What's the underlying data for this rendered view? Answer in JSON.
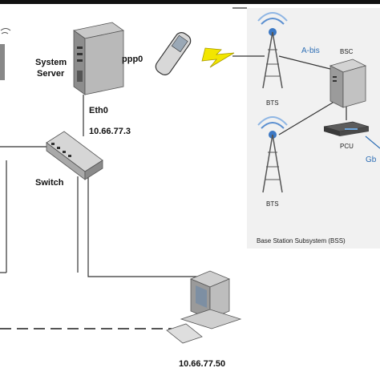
{
  "labels": {
    "system_server": "System\nServer",
    "system": "System",
    "server": "Server",
    "ppp0": "ppp0",
    "eth0": "Eth0",
    "ip_server": "10.66.77.3",
    "switch": "Switch",
    "ip_client": "10.66.77.50",
    "abis": "A-bis",
    "bsc": "BSC",
    "bts_top": "BTS",
    "bts_bottom": "BTS",
    "pcu": "PCU",
    "gb": "Gb",
    "bss": "Base Station Subsystem (BSS)"
  },
  "icons": [
    "server-icon",
    "phone-icon",
    "lightning-icon",
    "antenna-tower-icon",
    "bsc-server-icon",
    "pcu-device-icon",
    "switch-icon",
    "computer-icon"
  ],
  "colors": {
    "bss_panel": "#f2f2f2",
    "accent_blue": "#2f6fb5",
    "lightning": "#f2e600"
  }
}
